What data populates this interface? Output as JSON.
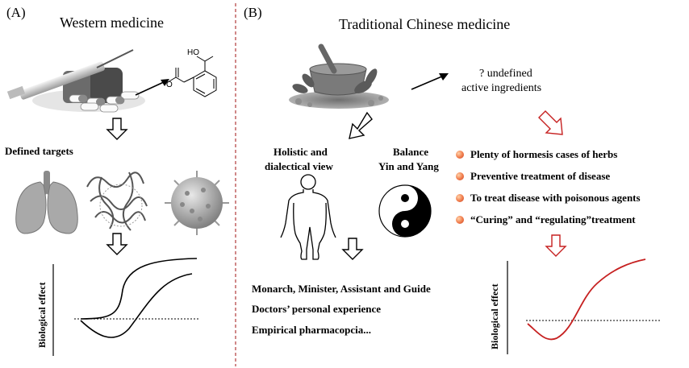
{
  "panel_a": {
    "label": "(A)",
    "title": "Western medicine",
    "targets_label": "Defined targets",
    "y_axis_label": "Biological effect",
    "molecule_label": "HO",
    "molecule_o": "O"
  },
  "panel_b": {
    "label": "(B)",
    "title": "Traditional Chinese medicine",
    "undefined_line1": "? undefined",
    "undefined_line2": "active ingredients",
    "holistic_line1": "Holistic and",
    "holistic_line2": "dialectical view",
    "balance_line1": "Balance",
    "balance_line2": "Yin and Yang",
    "bullets": [
      "Plenty of hormesis cases of herbs",
      "Preventive treatment of disease",
      "To treat disease with poisonous agents",
      "“Curing” and “regulating”treatment"
    ],
    "practices": [
      "Monarch, Minister, Assistant and Guide",
      "Doctors’ personal experience",
      "Empirical pharmacopcia..."
    ],
    "y_axis_label": "Biological effect"
  },
  "colors": {
    "divider": "#b03a3a",
    "accent_red": "#c62020",
    "bullet": "#f07a4a"
  }
}
